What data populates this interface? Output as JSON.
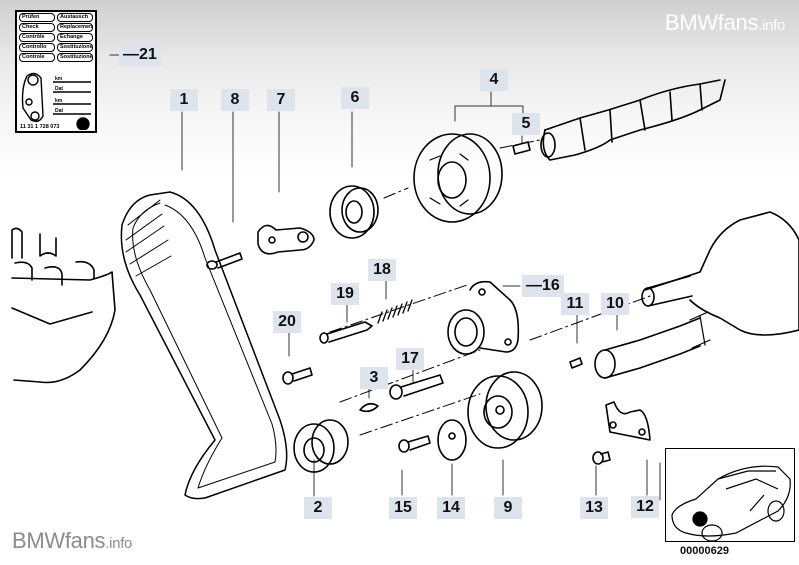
{
  "watermarks": {
    "top": {
      "main": "BMWfans",
      "suffix": ".info"
    },
    "bottom": {
      "main": "BMWfans",
      "suffix": ".info"
    }
  },
  "diagram": {
    "title": "Timing belt drive parts diagram",
    "illustration_code": "00000629",
    "callouts": [
      {
        "id": "1",
        "part": "timing-belt"
      },
      {
        "id": "2",
        "part": "crankshaft-sprocket"
      },
      {
        "id": "3",
        "part": "woodruff-key"
      },
      {
        "id": "4",
        "part": "camshaft-sprocket-assembly"
      },
      {
        "id": "5",
        "part": "dowel-pin"
      },
      {
        "id": "6",
        "part": "idler-pulley"
      },
      {
        "id": "7",
        "part": "belt-tensioner"
      },
      {
        "id": "8",
        "part": "bolt"
      },
      {
        "id": "9",
        "part": "intermediate-shaft-sprocket"
      },
      {
        "id": "10",
        "part": "intermediate-shaft"
      },
      {
        "id": "11",
        "part": "pin"
      },
      {
        "id": "12",
        "part": "bracket-plate"
      },
      {
        "id": "13",
        "part": "screw"
      },
      {
        "id": "14",
        "part": "washer"
      },
      {
        "id": "15",
        "part": "bolt"
      },
      {
        "id": "16",
        "part": "tensioner-housing"
      },
      {
        "id": "17",
        "part": "bolt"
      },
      {
        "id": "18",
        "part": "spring"
      },
      {
        "id": "19",
        "part": "pin"
      },
      {
        "id": "20",
        "part": "bolt"
      },
      {
        "id": "21",
        "part": "service-label"
      }
    ],
    "service_label": {
      "rows": [
        [
          "Prüfen",
          "Austausch"
        ],
        [
          "Check",
          "Replacement"
        ],
        [
          "Contrôle",
          "Echange"
        ],
        [
          "Controllo",
          "Sostituzione"
        ],
        [
          "Controle",
          "Sostituzione"
        ]
      ],
      "fields": [
        "km",
        "Dat",
        "km",
        "Dat"
      ],
      "part_number": "11 31 1 728 073"
    }
  }
}
